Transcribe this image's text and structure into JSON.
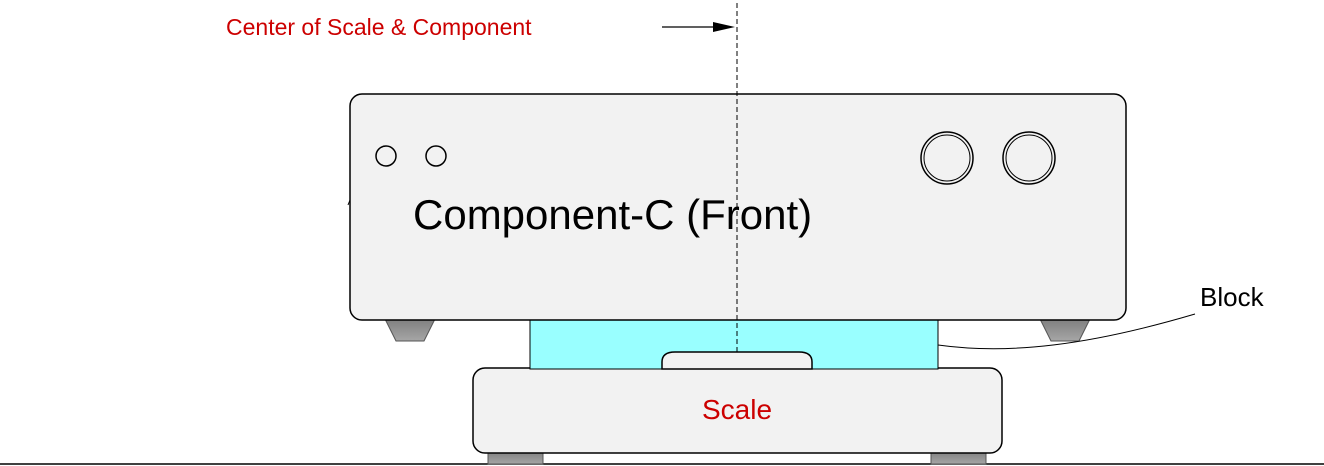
{
  "labels": {
    "center": "Center of Scale & Component",
    "component": "Component-C (Front)",
    "block": "Block",
    "scale": "Scale"
  },
  "colors": {
    "accent_text": "#cc0000",
    "body_text": "#000000",
    "component_fill": "#f2f2f2",
    "block_fill": "#99ffff",
    "scale_fill": "#f2f2f2",
    "feet_fill": "#999999",
    "outline": "#000000"
  }
}
